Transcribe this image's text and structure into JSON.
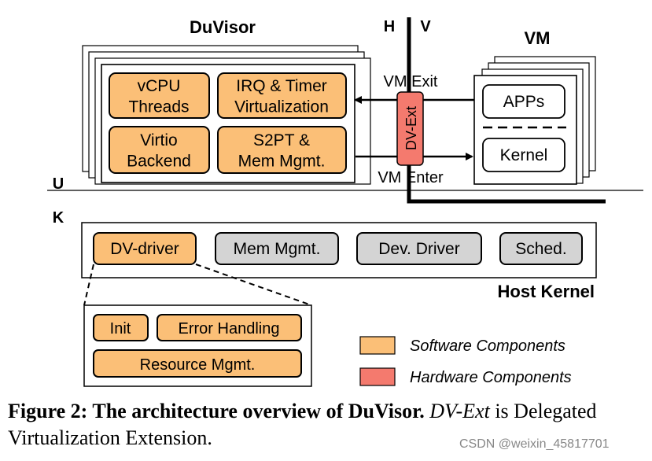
{
  "duvisor": {
    "title": "DuVisor",
    "components": [
      "vCPU Threads",
      "IRQ & Timer Virtualization",
      "Virtio Backend",
      "S2PT & Mem Mgmt."
    ]
  },
  "divider": {
    "h": "H",
    "v": "V",
    "u": "U",
    "k": "K"
  },
  "dv_ext": "DV-Ext",
  "vm_exit": "VM Exit",
  "vm_enter": "VM Enter",
  "vm": {
    "title": "VM",
    "apps": "APPs",
    "kernel": "Kernel"
  },
  "host_kernel": {
    "title": "Host Kernel",
    "components": [
      "DV-driver",
      "Mem Mgmt.",
      "Dev. Driver",
      "Sched."
    ]
  },
  "dv_driver_detail": {
    "init": "Init",
    "error": "Error Handling",
    "resource": "Resource Mgmt."
  },
  "legend": {
    "software": "Software Components",
    "hardware": "Hardware Components"
  },
  "caption": {
    "bold": "Figure 2: The architecture overview of DuVisor.",
    "italic": "DV-Ext",
    "rest": " is Delegated Virtualization Extension."
  },
  "watermark": "CSDN @weixin_45817701",
  "colors": {
    "software": "#fbbf77",
    "hardware": "#f47a6e",
    "gray": "#d4d4d4"
  }
}
